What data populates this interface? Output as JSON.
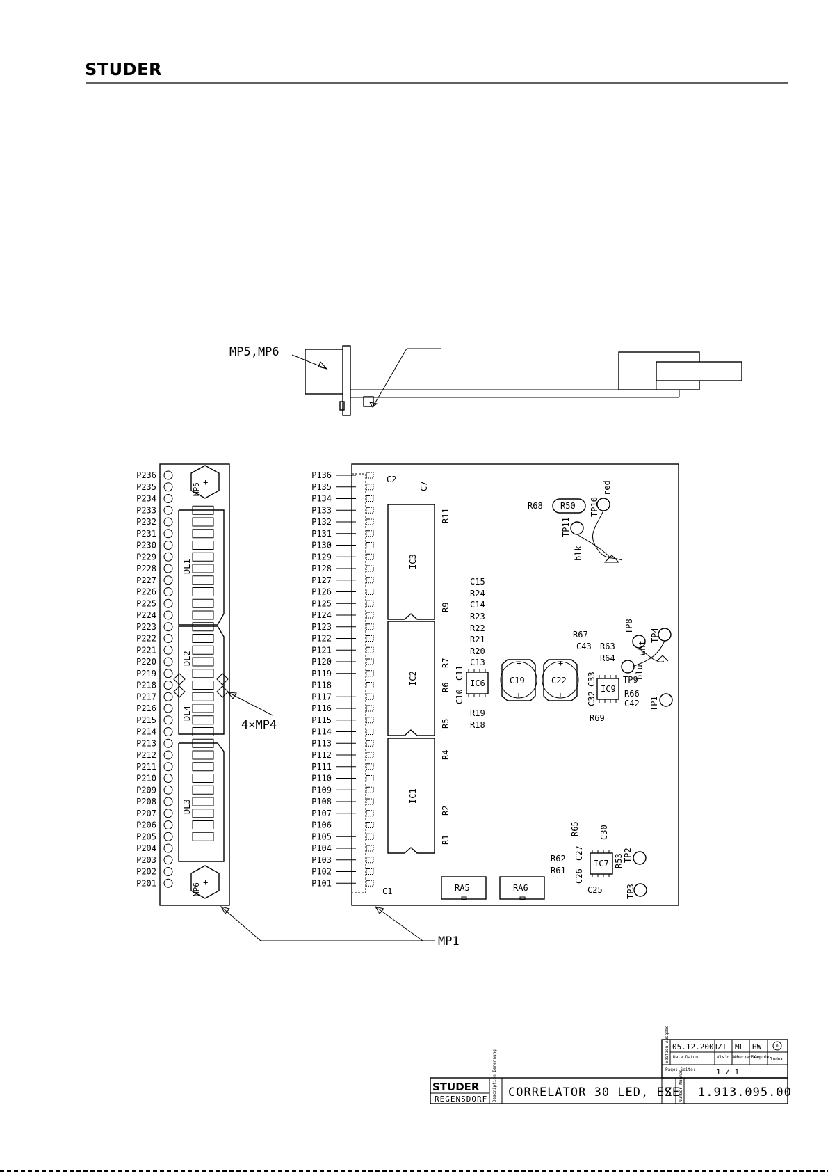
{
  "header": {
    "brand": "STUDER"
  },
  "side_view": {
    "mp_label": "MP5,MP6"
  },
  "connector": {
    "rows": [
      "P236",
      "P235",
      "P234",
      "P233",
      "P232",
      "P231",
      "P230",
      "P229",
      "P228",
      "P227",
      "P226",
      "P225",
      "P224",
      "P223",
      "P222",
      "P221",
      "P220",
      "P219",
      "P218",
      "P217",
      "P216",
      "P215",
      "P214",
      "P213",
      "P212",
      "P211",
      "P210",
      "P209",
      "P208",
      "P207",
      "P206",
      "P205",
      "P204",
      "P203",
      "P202",
      "P201"
    ],
    "mp_top": "MP5",
    "mp_bottom": "MP6",
    "groups": [
      "DL1",
      "DL2",
      "DL4",
      "DL3"
    ],
    "callout": "4×MP4"
  },
  "board": {
    "pins": [
      "P136",
      "P135",
      "P134",
      "P133",
      "P132",
      "P131",
      "P130",
      "P129",
      "P128",
      "P127",
      "P126",
      "P125",
      "P124",
      "P123",
      "P122",
      "P121",
      "P120",
      "P119",
      "P118",
      "P117",
      "P116",
      "P115",
      "P114",
      "P113",
      "P112",
      "P111",
      "P110",
      "P109",
      "P108",
      "P107",
      "P106",
      "P105",
      "P104",
      "P103",
      "P102",
      "P101"
    ],
    "ics": [
      "IC3",
      "IC2",
      "IC1",
      "IC6",
      "IC9",
      "IC7"
    ],
    "caps": [
      "C19",
      "C22"
    ],
    "resistor_networks": [
      "RA5",
      "RA6"
    ],
    "r50": "R50",
    "labels": {
      "c2": "C2",
      "c7": "C7",
      "c1": "C1",
      "r11": "R11",
      "r9": "R9",
      "r7": "R7",
      "r6": "R6",
      "r5": "R5",
      "r4": "R4",
      "r2": "R2",
      "r1": "R1",
      "c15": "C15",
      "r24": "R24",
      "c14": "C14",
      "r23": "R23",
      "r22": "R22",
      "r21": "R21",
      "r20": "R20",
      "c13": "C13",
      "c11": "C11",
      "c10": "C10",
      "r19": "R19",
      "r18": "R18",
      "r68": "R68",
      "tp10": "TP10",
      "red": "red",
      "tp11": "TP11",
      "blk": "blk",
      "r67": "R67",
      "c43": "C43",
      "r63": "R63",
      "r64": "R64",
      "tp8": "TP8",
      "wht": "wht",
      "tp4": "TP4",
      "blu": "blu",
      "tp9": "TP9",
      "c33": "C33",
      "c32": "C32",
      "r66": "R66",
      "c42": "C42",
      "tp1": "TP1",
      "r69": "R69",
      "r65": "R65",
      "c30": "C30",
      "r62": "R62",
      "c27": "C27",
      "r61": "R61",
      "c26": "C26",
      "r53": "R53",
      "tp2": "TP2",
      "tp3": "TP3",
      "c25": "C25"
    },
    "mp1": "MP1"
  },
  "title_block": {
    "edition_label": "Edition Ausgabe",
    "date_value": "05.12.2001",
    "date_label": "Date Datum",
    "drawn_value": "ZT",
    "drawn_label": "Vis'd Gez.",
    "checked_value": "ML",
    "checked_label": "Checked Gepr.",
    "seen_value": "HW",
    "seen_label": "Seen Ges.",
    "index_value": "0",
    "index_label": "Index",
    "page_label": "Page: Seite:",
    "page_value": "1 / 1",
    "brand": "STUDER",
    "city": "REGENSDORF",
    "desc_label": "Description Benennung",
    "title": "CORRELATOR 30 LED, ESE",
    "z": "Z",
    "number_label": "Number Nummer",
    "number": "1.913.095.00"
  }
}
